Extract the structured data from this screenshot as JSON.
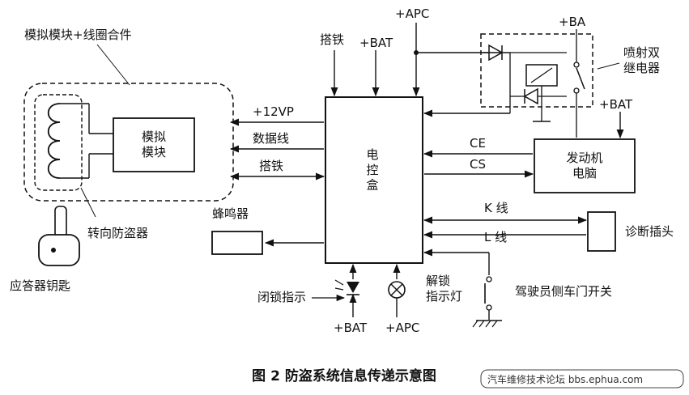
{
  "labels": {
    "coil_module": "模拟模块+线圈合件",
    "analog_module": "模拟\n模块",
    "immobilizer": "转向防盗器",
    "transponder_key": "应答器钥匙",
    "ground_top": "搭铁",
    "bat_top": "+BAT",
    "apc_top": "+APC",
    "ba": "+BA",
    "relay": "喷射双\n继电器",
    "bat_ecu": "+BAT",
    "ecu_box": "电\n控\n盒",
    "line_12vp": "+12VP",
    "line_data": "数据线",
    "line_ground": "搭铁",
    "buzzer": "蜂鸣器",
    "ce": "CE",
    "cs": "CS",
    "engine_ecu": "发动机\n电脑",
    "k_line": "K 线",
    "l_line": "L 线",
    "diag_plug": "诊断插头",
    "lock_indicator": "闭锁指示",
    "unlock_lamp": "解锁\n指示灯",
    "door_switch": "驾驶员侧车门开关",
    "bat_bottom": "+BAT",
    "apc_bottom": "+APC"
  },
  "caption": "图 2   防盗系统信息传递示意图",
  "watermark": "汽车维修技术论坛 bbs.ephua.com"
}
